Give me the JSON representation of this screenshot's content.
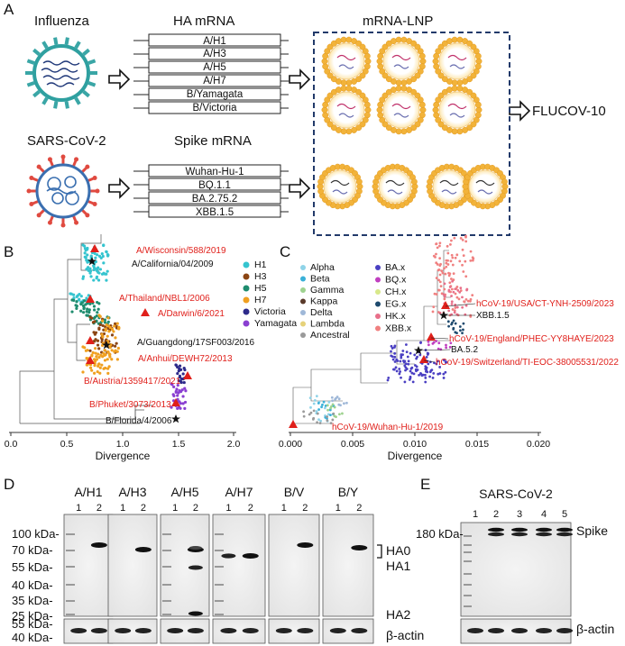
{
  "panelA": {
    "letter": "A",
    "influenza": "Influenza",
    "ha_mrna": "HA mRNA",
    "mrna_lnp": "mRNA-LNP",
    "ha_items": [
      "A/H1",
      "A/H3",
      "A/H5",
      "A/H7",
      "B/Yamagata",
      "B/Victoria"
    ],
    "sars": "SARS-CoV-2",
    "spike_mrna": "Spike mRNA",
    "spike_items": [
      "Wuhan-Hu-1",
      "BQ.1.1",
      "BA.2.75.2",
      "XBB.1.5"
    ],
    "product": "FLUCOV-10"
  },
  "panelB": {
    "letter": "B",
    "xlabel": "Divergence",
    "xticks": [
      "0.0",
      "0.5",
      "1.0",
      "1.5",
      "2.0"
    ],
    "labels_red": [
      "A/Wisconsin/588/2019",
      "A/Thailand/NBL1/2006",
      "A/Darwin/6/2021",
      "A/Anhui/DEWH72/2013",
      "B/Austria/1359417/2021",
      "B/Phuket/3073/2013"
    ],
    "labels_black": [
      "A/California/04/2009",
      "A/Guangdong/17SF003/2016",
      "B/Florida/4/2006"
    ],
    "legend": [
      {
        "name": "H1",
        "color": "#35c4cf"
      },
      {
        "name": "H3",
        "color": "#8b4513"
      },
      {
        "name": "H5",
        "color": "#1e8c6e"
      },
      {
        "name": "H7",
        "color": "#f0a020"
      },
      {
        "name": "Victoria",
        "color": "#2d2a8a"
      },
      {
        "name": "Yamagata",
        "color": "#8a3fd1"
      }
    ]
  },
  "panelC": {
    "letter": "C",
    "xlabel": "Divergence",
    "xticks": [
      "0.000",
      "0.005",
      "0.010",
      "0.015",
      "0.020"
    ],
    "legend_left": [
      {
        "name": "Alpha",
        "color": "#8fd3e8"
      },
      {
        "name": "Beta",
        "color": "#3ab0d8"
      },
      {
        "name": "Gamma",
        "color": "#9ed28f"
      },
      {
        "name": "Kappa",
        "color": "#5a3a2a"
      },
      {
        "name": "Delta",
        "color": "#9fb8d8"
      },
      {
        "name": "Lambda",
        "color": "#e6d27a"
      },
      {
        "name": "Ancestral",
        "color": "#9a9a9a"
      }
    ],
    "legend_right": [
      {
        "name": "BA.x",
        "color": "#4a3fc2"
      },
      {
        "name": "BQ.x",
        "color": "#c03fc0"
      },
      {
        "name": "CH.x",
        "color": "#d8e88a"
      },
      {
        "name": "EG.x",
        "color": "#1e4a6e"
      },
      {
        "name": "HK.x",
        "color": "#e86f8a"
      },
      {
        "name": "XBB.x",
        "color": "#f08080"
      }
    ],
    "labels_red": [
      "hCoV-19/USA/CT-YNH-2509/2023",
      "hCoV-19/England/PHEC-YY8HAYE/2023",
      "hCoV-19/Switzerland/TI-EOC-38005531/2022",
      "hCoV-19/Wuhan-Hu-1/2019"
    ],
    "labels_black": [
      "XBB.1.5",
      "BA.5.2"
    ]
  },
  "panelD": {
    "letter": "D",
    "blots": [
      "A/H1",
      "A/H3",
      "A/H5",
      "A/H7",
      "B/V",
      "B/Y"
    ],
    "lanes": [
      "1",
      "2"
    ],
    "markers": [
      "100 kDa-",
      "70 kDa-",
      "55 kDa-",
      "40 kDa-",
      "35 kDa-",
      "25 kDa-",
      "55 kDa-",
      "40 kDa-"
    ],
    "ha0": "HA0",
    "ha1": "HA1",
    "ha2": "HA2",
    "actin": "β-actin"
  },
  "panelE": {
    "letter": "E",
    "title": "SARS-CoV-2",
    "lanes": [
      "1",
      "2",
      "3",
      "4",
      "5"
    ],
    "marker": "180 kDa-",
    "spike": "Spike",
    "actin": "β-actin"
  }
}
